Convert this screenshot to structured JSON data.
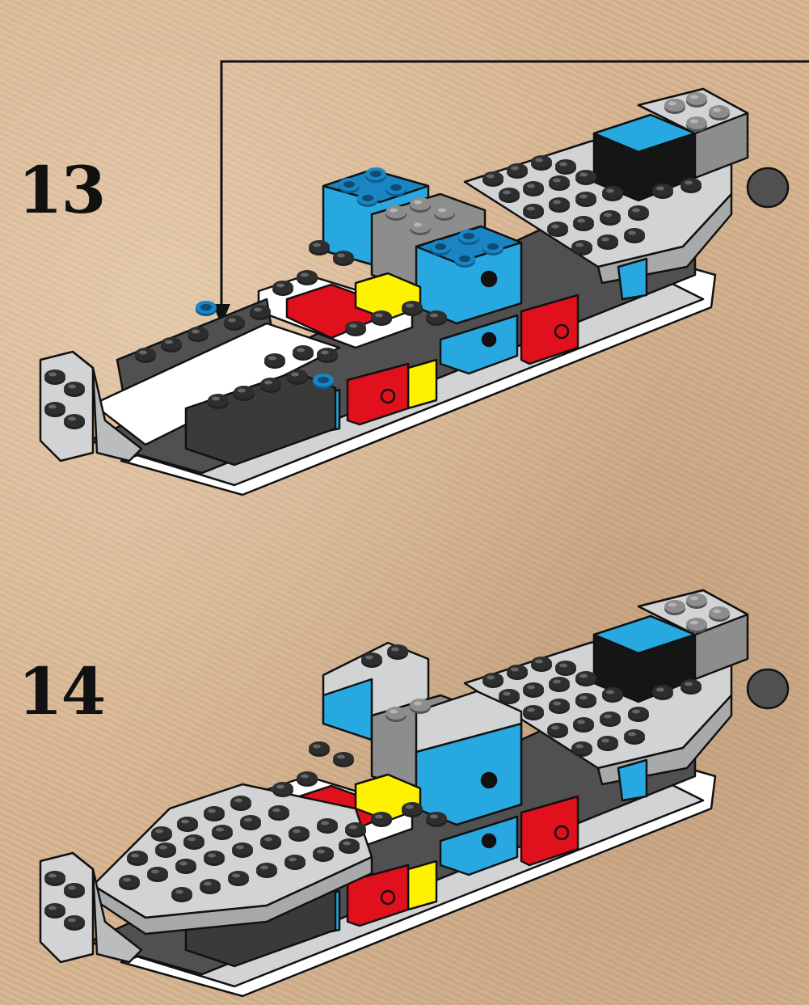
{
  "steps": [
    {
      "number": "13"
    },
    {
      "number": "14"
    }
  ],
  "colors": {
    "background": "#d7b48f",
    "brick_blue": "#27a8e0",
    "brick_red": "#e0101c",
    "brick_yellow": "#fff200",
    "brick_light_gray": "#d2d3d5",
    "brick_dark_gray": "#505050",
    "brick_black": "#151515",
    "brick_white": "#ffffff"
  },
  "icons": [
    "callout-arrow",
    "lego-model-step-13",
    "lego-model-step-14"
  ]
}
